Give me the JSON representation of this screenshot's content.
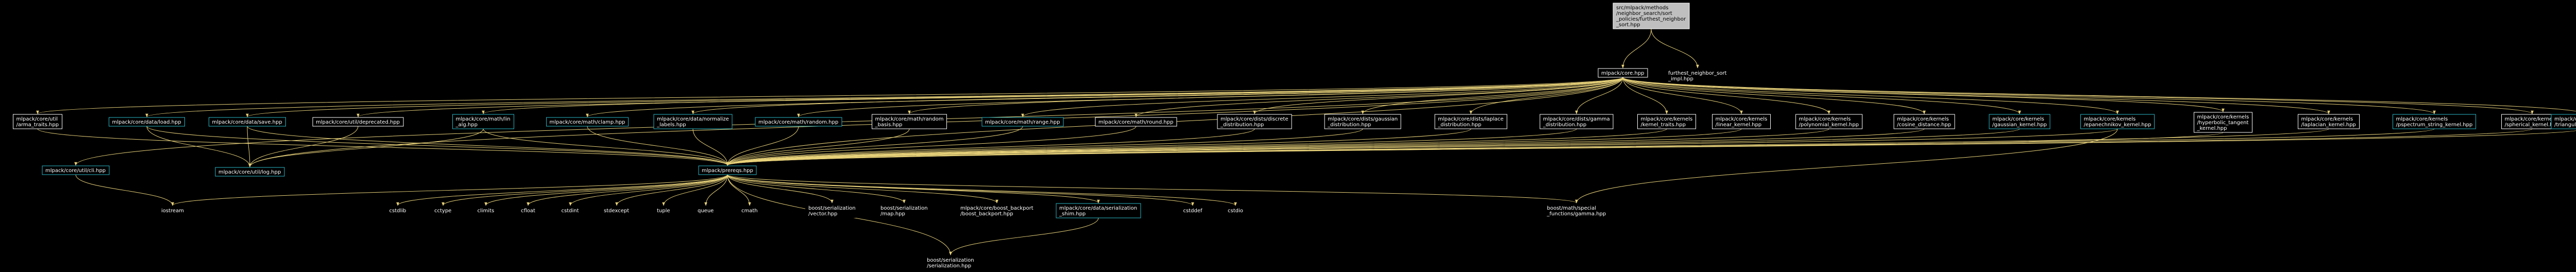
{
  "colors": {
    "background": "#000000",
    "edge": "#e8d27a",
    "linked_border": "#2ab7c9",
    "root_fill": "#bfbfbf"
  },
  "nodes": [
    {
      "id": "root",
      "lines": [
        "src/mlpack/methods",
        "/neighbor_search/sort",
        "_policies/furthest_neighbor",
        "_sort.hpp"
      ],
      "kind": "root"
    },
    {
      "id": "core",
      "lines": [
        "mlpack/core.hpp"
      ],
      "kind": "box"
    },
    {
      "id": "fns_impl",
      "lines": [
        "furthest_neighbor_sort",
        "_impl.hpp"
      ],
      "kind": "plain"
    },
    {
      "id": "arma_traits",
      "lines": [
        "mlpack/core/util",
        "/arma_traits.hpp"
      ],
      "kind": "box"
    },
    {
      "id": "load",
      "lines": [
        "mlpack/core/data/load.hpp"
      ],
      "kind": "linked"
    },
    {
      "id": "save",
      "lines": [
        "mlpack/core/data/save.hpp"
      ],
      "kind": "linked"
    },
    {
      "id": "deprecated",
      "lines": [
        "mlpack/core/util/deprecated.hpp"
      ],
      "kind": "box"
    },
    {
      "id": "lin_alg",
      "lines": [
        "mlpack/core/math/lin",
        "_alg.hpp"
      ],
      "kind": "linked"
    },
    {
      "id": "clamp",
      "lines": [
        "mlpack/core/math/clamp.hpp"
      ],
      "kind": "linked"
    },
    {
      "id": "normalize",
      "lines": [
        "mlpack/core/data/normalize",
        "_labels.hpp"
      ],
      "kind": "linked"
    },
    {
      "id": "random",
      "lines": [
        "mlpack/core/math/random.hpp"
      ],
      "kind": "linked"
    },
    {
      "id": "random_basis",
      "lines": [
        "mlpack/core/math/random",
        "_basis.hpp"
      ],
      "kind": "box"
    },
    {
      "id": "range",
      "lines": [
        "mlpack/core/math/range.hpp"
      ],
      "kind": "linked"
    },
    {
      "id": "round",
      "lines": [
        "mlpack/core/math/round.hpp"
      ],
      "kind": "box"
    },
    {
      "id": "discrete",
      "lines": [
        "mlpack/core/dists/discrete",
        "_distribution.hpp"
      ],
      "kind": "box"
    },
    {
      "id": "gaussian_dist",
      "lines": [
        "mlpack/core/dists/gaussian",
        "_distribution.hpp"
      ],
      "kind": "box"
    },
    {
      "id": "laplace_dist",
      "lines": [
        "mlpack/core/dists/laplace",
        "_distribution.hpp"
      ],
      "kind": "box"
    },
    {
      "id": "gamma_dist",
      "lines": [
        "mlpack/core/dists/gamma",
        "_distribution.hpp"
      ],
      "kind": "box"
    },
    {
      "id": "kernel_traits",
      "lines": [
        "mlpack/core/kernels",
        "/kernel_traits.hpp"
      ],
      "kind": "box"
    },
    {
      "id": "linear_kernel",
      "lines": [
        "mlpack/core/kernels",
        "/linear_kernel.hpp"
      ],
      "kind": "box"
    },
    {
      "id": "polynomial_kernel",
      "lines": [
        "mlpack/core/kernels",
        "/polynomial_kernel.hpp"
      ],
      "kind": "box"
    },
    {
      "id": "cosine_distance",
      "lines": [
        "mlpack/core/kernels",
        "/cosine_distance.hpp"
      ],
      "kind": "box"
    },
    {
      "id": "gaussian_kernel",
      "lines": [
        "mlpack/core/kernels",
        "/gaussian_kernel.hpp"
      ],
      "kind": "linked"
    },
    {
      "id": "epanechnikov",
      "lines": [
        "mlpack/core/kernels",
        "/epanechnikov_kernel.hpp"
      ],
      "kind": "linked"
    },
    {
      "id": "hyperbolic",
      "lines": [
        "mlpack/core/kernels",
        "/hyperbolic_tangent",
        "_kernel.hpp"
      ],
      "kind": "box"
    },
    {
      "id": "laplacian_kernel",
      "lines": [
        "mlpack/core/kernels",
        "/laplacian_kernel.hpp"
      ],
      "kind": "box"
    },
    {
      "id": "pspectrum",
      "lines": [
        "mlpack/core/kernels",
        "/pspectrum_string_kernel.hpp"
      ],
      "kind": "linked"
    },
    {
      "id": "spherical",
      "lines": [
        "mlpack/core/kernels",
        "/spherical_kernel.hpp"
      ],
      "kind": "box"
    },
    {
      "id": "triangular",
      "lines": [
        "mlpack/core/kernels",
        "/triangular_kernel.hpp"
      ],
      "kind": "linked"
    },
    {
      "id": "cli",
      "lines": [
        "mlpack/core/util/cli.hpp"
      ],
      "kind": "linked"
    },
    {
      "id": "log",
      "lines": [
        "mlpack/core/util/log.hpp"
      ],
      "kind": "linked"
    },
    {
      "id": "prereqs",
      "lines": [
        "mlpack/prereqs.hpp"
      ],
      "kind": "linked"
    },
    {
      "id": "iostream",
      "lines": [
        "iostream"
      ],
      "kind": "plain"
    },
    {
      "id": "cstdlib",
      "lines": [
        "cstdlib"
      ],
      "kind": "plain"
    },
    {
      "id": "cctype",
      "lines": [
        "cctype"
      ],
      "kind": "plain"
    },
    {
      "id": "climits",
      "lines": [
        "climits"
      ],
      "kind": "plain"
    },
    {
      "id": "cfloat",
      "lines": [
        "cfloat"
      ],
      "kind": "plain"
    },
    {
      "id": "cstdint",
      "lines": [
        "cstdint"
      ],
      "kind": "plain"
    },
    {
      "id": "stdexcept",
      "lines": [
        "stdexcept"
      ],
      "kind": "plain"
    },
    {
      "id": "tuple",
      "lines": [
        "tuple"
      ],
      "kind": "plain"
    },
    {
      "id": "queue",
      "lines": [
        "queue"
      ],
      "kind": "plain"
    },
    {
      "id": "cmath",
      "lines": [
        "cmath"
      ],
      "kind": "plain"
    },
    {
      "id": "vector",
      "lines": [
        "boost/serialization",
        "/vector.hpp"
      ],
      "kind": "plain"
    },
    {
      "id": "map",
      "lines": [
        "boost/serialization",
        "/map.hpp"
      ],
      "kind": "plain"
    },
    {
      "id": "boost_backport",
      "lines": [
        "mlpack/core/boost_backport",
        "/boost_backport.hpp"
      ],
      "kind": "plain"
    },
    {
      "id": "serialization_shim",
      "lines": [
        "mlpack/core/data/serialization",
        "_shim.hpp"
      ],
      "kind": "linked"
    },
    {
      "id": "cstddef",
      "lines": [
        "cstddef"
      ],
      "kind": "plain"
    },
    {
      "id": "cstdio",
      "lines": [
        "cstdio"
      ],
      "kind": "plain"
    },
    {
      "id": "gamma",
      "lines": [
        "boost/math/special",
        "_functions/gamma.hpp"
      ],
      "kind": "plain"
    },
    {
      "id": "serialization",
      "lines": [
        "boost/serialization",
        "/serialization.hpp"
      ],
      "kind": "plain"
    }
  ],
  "edges": [
    [
      "root",
      "core"
    ],
    [
      "root",
      "fns_impl"
    ],
    [
      "core",
      "arma_traits"
    ],
    [
      "core",
      "load"
    ],
    [
      "core",
      "save"
    ],
    [
      "core",
      "deprecated"
    ],
    [
      "core",
      "lin_alg"
    ],
    [
      "core",
      "clamp"
    ],
    [
      "core",
      "normalize"
    ],
    [
      "core",
      "random"
    ],
    [
      "core",
      "random_basis"
    ],
    [
      "core",
      "range"
    ],
    [
      "core",
      "round"
    ],
    [
      "core",
      "discrete"
    ],
    [
      "core",
      "gaussian_dist"
    ],
    [
      "core",
      "laplace_dist"
    ],
    [
      "core",
      "gamma_dist"
    ],
    [
      "core",
      "kernel_traits"
    ],
    [
      "core",
      "linear_kernel"
    ],
    [
      "core",
      "polynomial_kernel"
    ],
    [
      "core",
      "cosine_distance"
    ],
    [
      "core",
      "gaussian_kernel"
    ],
    [
      "core",
      "epanechnikov"
    ],
    [
      "core",
      "hyperbolic"
    ],
    [
      "core",
      "laplacian_kernel"
    ],
    [
      "core",
      "pspectrum"
    ],
    [
      "core",
      "spherical"
    ],
    [
      "core",
      "triangular"
    ],
    [
      "core",
      "cli"
    ],
    [
      "core",
      "log"
    ],
    [
      "core",
      "prereqs"
    ],
    [
      "load",
      "log"
    ],
    [
      "save",
      "log"
    ],
    [
      "deprecated",
      "log"
    ],
    [
      "lin_alg",
      "log"
    ],
    [
      "arma_traits",
      "prereqs"
    ],
    [
      "load",
      "prereqs"
    ],
    [
      "save",
      "prereqs"
    ],
    [
      "lin_alg",
      "prereqs"
    ],
    [
      "clamp",
      "prereqs"
    ],
    [
      "normalize",
      "prereqs"
    ],
    [
      "random",
      "prereqs"
    ],
    [
      "random_basis",
      "prereqs"
    ],
    [
      "range",
      "prereqs"
    ],
    [
      "round",
      "prereqs"
    ],
    [
      "discrete",
      "prereqs"
    ],
    [
      "gaussian_dist",
      "prereqs"
    ],
    [
      "laplace_dist",
      "prereqs"
    ],
    [
      "gamma_dist",
      "prereqs"
    ],
    [
      "kernel_traits",
      "prereqs"
    ],
    [
      "linear_kernel",
      "prereqs"
    ],
    [
      "polynomial_kernel",
      "prereqs"
    ],
    [
      "cosine_distance",
      "prereqs"
    ],
    [
      "gaussian_kernel",
      "prereqs"
    ],
    [
      "epanechnikov",
      "prereqs"
    ],
    [
      "hyperbolic",
      "prereqs"
    ],
    [
      "laplacian_kernel",
      "prereqs"
    ],
    [
      "pspectrum",
      "prereqs"
    ],
    [
      "spherical",
      "prereqs"
    ],
    [
      "triangular",
      "prereqs"
    ],
    [
      "epanechnikov",
      "gamma"
    ],
    [
      "cli",
      "iostream"
    ],
    [
      "prereqs",
      "iostream"
    ],
    [
      "prereqs",
      "cstdlib"
    ],
    [
      "prereqs",
      "cctype"
    ],
    [
      "prereqs",
      "climits"
    ],
    [
      "prereqs",
      "cfloat"
    ],
    [
      "prereqs",
      "cstdint"
    ],
    [
      "prereqs",
      "stdexcept"
    ],
    [
      "prereqs",
      "tuple"
    ],
    [
      "prereqs",
      "queue"
    ],
    [
      "prereqs",
      "cmath"
    ],
    [
      "prereqs",
      "vector"
    ],
    [
      "prereqs",
      "map"
    ],
    [
      "prereqs",
      "boost_backport"
    ],
    [
      "prereqs",
      "serialization_shim"
    ],
    [
      "prereqs",
      "cstddef"
    ],
    [
      "prereqs",
      "cstdio"
    ],
    [
      "prereqs",
      "gamma"
    ],
    [
      "prereqs",
      "serialization"
    ],
    [
      "serialization_shim",
      "serialization"
    ]
  ]
}
